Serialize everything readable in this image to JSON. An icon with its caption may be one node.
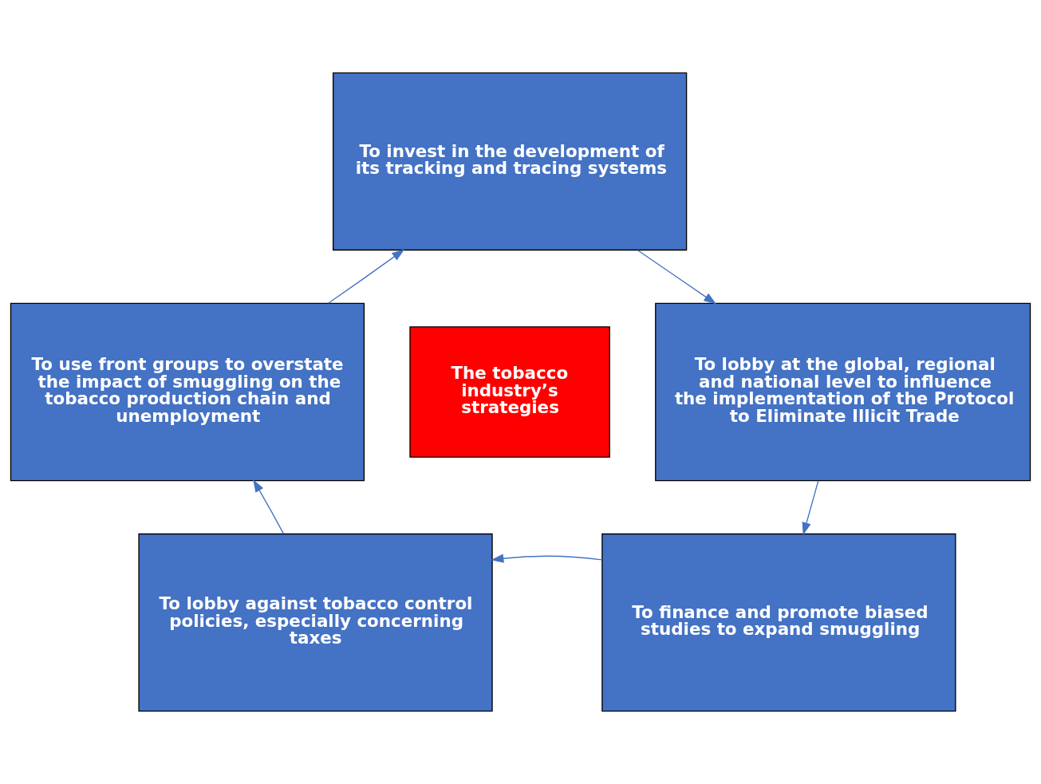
{
  "diagram": {
    "nodes": [
      {
        "text": [
          "To invest in the development of its tracking and tracing systems"
        ]
      },
      {
        "text": [
          "To lobby at the global, regional and national level to influence the implementation of the Protocol to Eliminate Illicit Trade"
        ]
      },
      {
        "text": [
          "To finance and promote biased studies to expand smuggling"
        ]
      },
      {
        "text": [
          "To lobby against tobacco control policies, especially concerning taxes"
        ]
      },
      {
        "text": [
          "To use front groups to overstate the impact of smuggling on the tobacco production chain and unemployment"
        ]
      },
      {
        "text": [
          "The tobacco industry’s strategies"
        ]
      }
    ],
    "edges": [
      {
        "from": 0,
        "to": 1,
        "arrow": "to"
      },
      {
        "from": 1,
        "to": 2,
        "arrow": "to"
      },
      {
        "from": 2,
        "to": 3,
        "arrow": "to"
      },
      {
        "from": 3,
        "to": 4,
        "arrow": "to"
      },
      {
        "from": 4,
        "to": 0,
        "arrow": "to"
      }
    ]
  }
}
